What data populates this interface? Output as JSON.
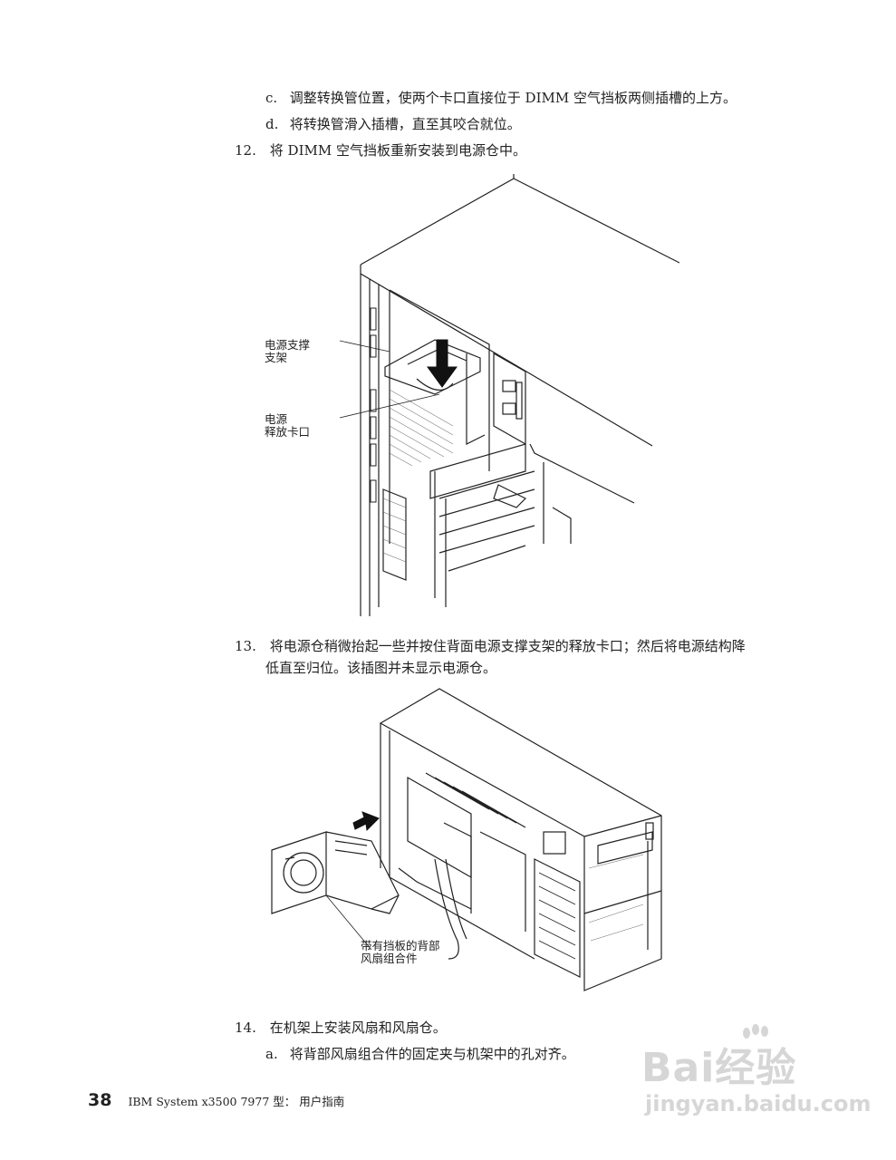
{
  "steps": {
    "c": {
      "marker": "c.",
      "text": "调整转换管位置，使两个卡口直接位于 DIMM 空气挡板两侧插槽的上方。"
    },
    "d": {
      "marker": "d.",
      "text": "将转换管滑入插槽，直至其咬合就位。"
    },
    "s12": {
      "marker": "12.",
      "text": "将 DIMM 空气挡板重新安装到电源仓中。"
    },
    "s13": {
      "marker": "13.",
      "line1": "将电源仓稍微抬起一些并按住背面电源支撑支架的释放卡口；然后将电源结构降",
      "line2": "低直至归位。该插图并未显示电源仓。"
    },
    "s14": {
      "marker": "14.",
      "text": "在机架上安装风扇和风扇仓。"
    },
    "a": {
      "marker": "a.",
      "text": "将背部风扇组合件的固定夹与机架中的孔对齐。"
    }
  },
  "figure1": {
    "callout1": {
      "line1": "电源支撑",
      "line2": "支架"
    },
    "callout2": {
      "line1": "电源",
      "line2": "释放卡口"
    }
  },
  "figure2": {
    "callout1": {
      "line1": "带有挡板的背部",
      "line2": "风扇组合件"
    }
  },
  "footer": {
    "page_number": "38",
    "text": "IBM System x3500 7977 型： 用户指南"
  },
  "watermark": {
    "logo": "Bai经验",
    "url": "jingyan.baidu.com"
  }
}
